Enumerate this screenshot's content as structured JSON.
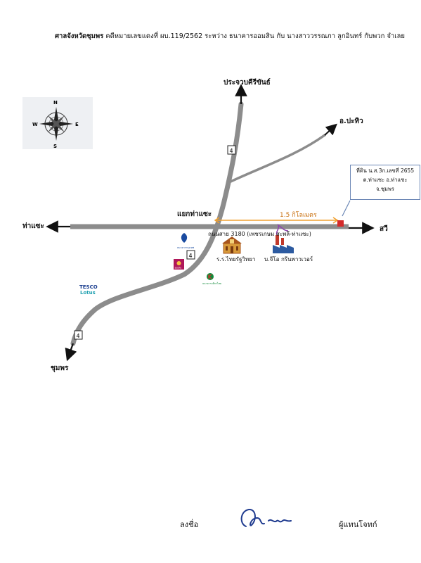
{
  "header": {
    "court": "ศาลจังหวัดชุมพร",
    "case_text": "คดีหมายเลขแดงที่ ผบ.119/2562 ระหว่าง ธนาคารออมสิน กับ นางสาววรรณภา ลูกอินทร์ กับพวก จำเลย"
  },
  "compass": {
    "n": "N",
    "s": "S",
    "e": "E",
    "w": "W"
  },
  "places": {
    "prachuap": "ประจวบคีรีขันธ์",
    "pathio": "อ.ปะทิว",
    "tha_sae": "ท่าแซะ",
    "sawi": "สวี",
    "chumphon": "ชุมพร",
    "intersection": "แยกท่าแซะ",
    "road_3180": "ถนนสาย 3180 (เพชรเกษม สะพลี-ท่าแซะ)",
    "distance": "1.5 กิโลเมตร",
    "school": "ร.ร.ไทยรัฐวิทยา",
    "company": "บ.จีโอ กรีนพาวเวอร์",
    "bank_small": "ธนาคารกรุงเทพ",
    "kbank_small": "ธนาคารกสิกรไทย",
    "tesco_1": "TESCO",
    "tesco_2": "Lotus",
    "gsb": "ออมสิน",
    "route_4": "4"
  },
  "infobox": {
    "line1": "ที่ดิน น.ส.3ก.เลขที่ 2655",
    "line2": "ต.ท่าแซะ อ.ท่าแซะ",
    "line3": "จ.ชุมพร"
  },
  "signature": {
    "sign_label": "ลงชื่อ",
    "role": "ผู้แทนโจทก์"
  },
  "colors": {
    "road": "#8c8c8c",
    "distance_line": "#f0a030",
    "marker": "#d42a2a",
    "infobox_border": "#6b86b5",
    "signature_ink": "#1f3b8f"
  }
}
